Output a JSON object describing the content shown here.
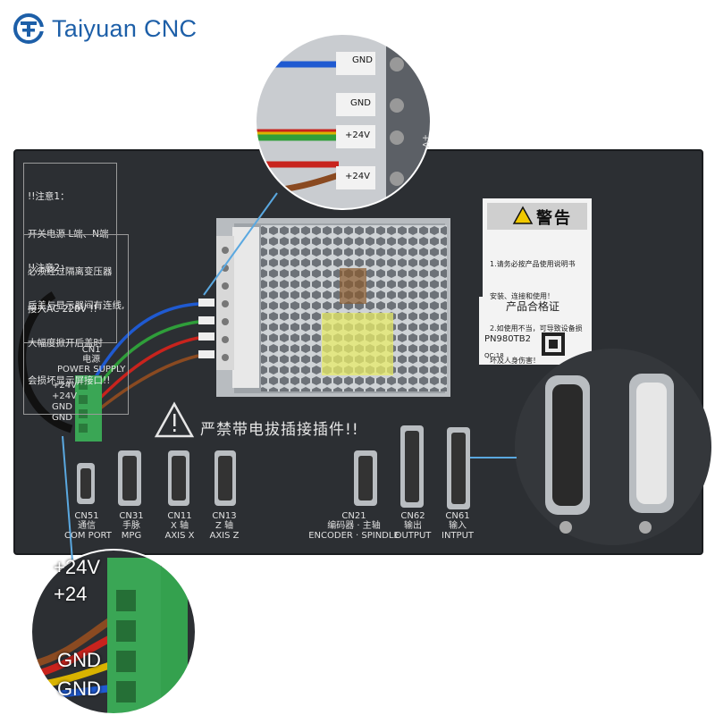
{
  "brand": {
    "name": "Taiyuan CNC",
    "color": "#1d5fa8"
  },
  "panel": {
    "note1": {
      "title": "!!注意1：",
      "lines": [
        "开关电源 L端、N端",
        "必须经过隔离变压器",
        "接入AC 220V !!"
      ]
    },
    "note2": {
      "title": "!!注意2：",
      "lines": [
        "后盖与显示器间有连线,",
        "大幅度掀开后盖时",
        "会损坏显示屏接口!!"
      ]
    },
    "warning": {
      "title": "警告",
      "lines": [
        "1.请务必按产品使用说明书",
        "安装、连接和使用！",
        "2.如使用不当，可导致设备损",
        "坏及人身伤害！"
      ]
    },
    "certificate": {
      "title": "产品合格证",
      "model": "PN980TB2",
      "qc": "QC:18"
    },
    "danger_text": "严禁带电拔插接插件!!",
    "power": {
      "id": "CN1",
      "name_cn": "电源",
      "name_en": "POWER SUPPLY",
      "pins": [
        "+24V",
        "+24V",
        "GND",
        "GND"
      ]
    },
    "ports": [
      {
        "id": "CN51",
        "cn": "通信",
        "en": "COM PORT"
      },
      {
        "id": "CN31",
        "cn": "手脉",
        "en": "MPG"
      },
      {
        "id": "CN11",
        "cn": "X 轴",
        "en": "AXIS X"
      },
      {
        "id": "CN13",
        "cn": "Z 轴",
        "en": "AXIS Z"
      },
      {
        "id": "CN21",
        "cn": "编码器 · 主轴",
        "en": "ENCODER · SPINDLE"
      },
      {
        "id": "CN62",
        "cn": "输出",
        "en": "OUTPUT"
      },
      {
        "id": "CN61",
        "cn": "输入",
        "en": "INTPUT"
      }
    ]
  },
  "zoom_top": {
    "wires": [
      "GND",
      "GND",
      "+24V",
      "+24V"
    ],
    "side_label": "+V"
  },
  "zoom_bottom": {
    "labels": [
      "+24V",
      "+24",
      "GND",
      "GND"
    ]
  },
  "colors": {
    "panel": "#2c2f33",
    "brand": "#1d5fa8",
    "connector_green": "#3aa655",
    "wire_blue": "#1f5ad1",
    "wire_yellow": "#d9b300",
    "wire_green": "#2f9e3a",
    "wire_red": "#c8231d",
    "wire_brown": "#8a4a21"
  }
}
